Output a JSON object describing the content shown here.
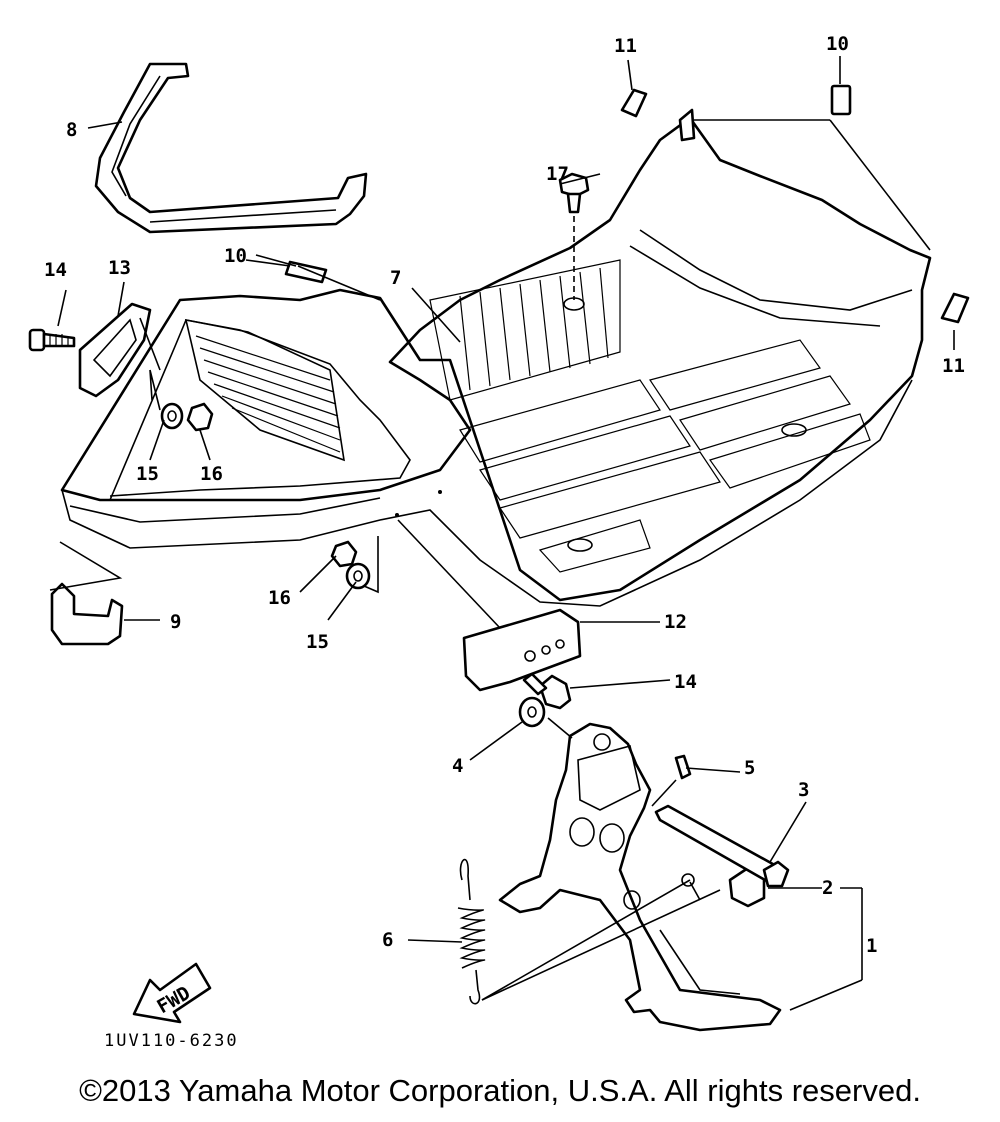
{
  "drawing_code": "1UV110-6230",
  "fwd_text": "FWD",
  "copyright": "©2013 Yamaha Motor Corporation, U.S.A. All rights reserved.",
  "callouts": {
    "c1": "1",
    "c2": "2",
    "c3": "3",
    "c4": "4",
    "c5": "5",
    "c6": "6",
    "c7": "7",
    "c8": "8",
    "c9": "9",
    "c10a": "10",
    "c10b": "10",
    "c11a": "11",
    "c11b": "11",
    "c12": "12",
    "c13": "13",
    "c14a": "14",
    "c14b": "14",
    "c15a": "15",
    "c15b": "15",
    "c16a": "16",
    "c16b": "16",
    "c17": "17"
  }
}
